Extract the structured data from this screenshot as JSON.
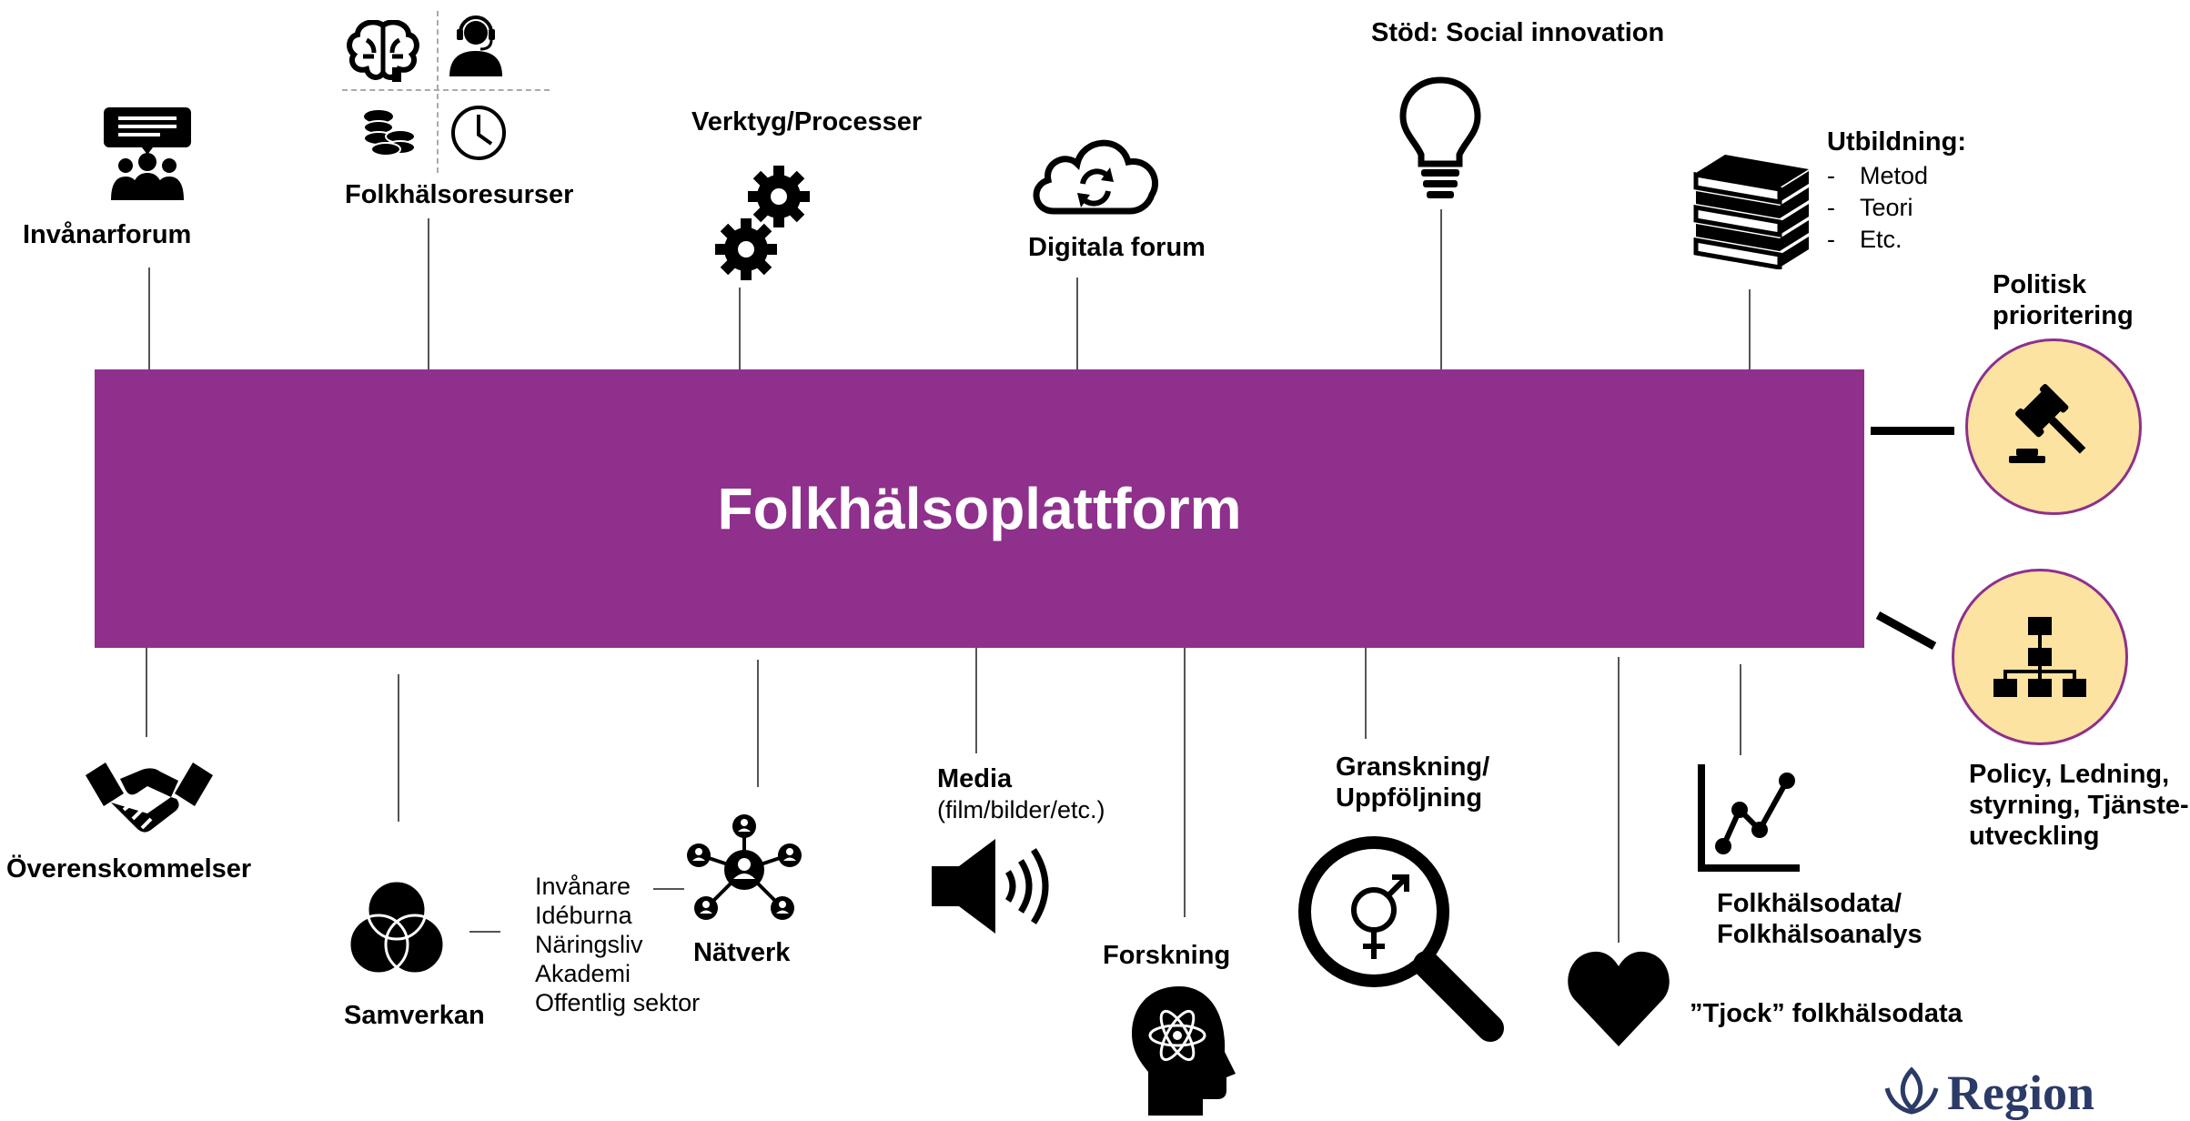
{
  "platform": {
    "title": "Folkhälsoplattform"
  },
  "top_nodes": {
    "invanarforum": "Invånarforum",
    "folkhalsoresurser": "Folkhälsoresurser",
    "verktyg": "Verktyg/Processer",
    "digitala_forum": "Digitala forum",
    "stod": "Stöd: Social innovation",
    "utbildning": {
      "title": "Utbildning:",
      "items": [
        "Metod",
        "Teori",
        "Etc."
      ]
    }
  },
  "right_nodes": {
    "politisk": [
      "Politisk",
      "prioritering"
    ],
    "policy": [
      "Policy, Ledning,",
      "styrning, Tjänste-",
      "utveckling"
    ]
  },
  "bottom_nodes": {
    "overenskommelser": "Överenskommelser",
    "samverkan": "Samverkan",
    "samverkan_list": [
      "Invånare",
      "Idéburna",
      "Näringsliv",
      "Akademi",
      "Offentlig sektor"
    ],
    "natverk": "Nätverk",
    "media_title": "Media",
    "media_sub": "(film/bilder/etc.)",
    "forskning": "Forskning",
    "granskning": [
      "Granskning/",
      "Uppföljning"
    ],
    "tjock": "”Tjock” folkhälsodata",
    "folkhalsodata": [
      "Folkhälsodata/",
      "Folkhälsoanalys"
    ]
  },
  "logo": {
    "text": "Region"
  },
  "colors": {
    "platform": "#8e308c",
    "circle_fill": "#fde3a1",
    "logo": "#2b3a67"
  },
  "icons": [
    "forum-icon",
    "brain-icon",
    "support-agent-icon",
    "coins-icon",
    "clock-icon",
    "gears-icon",
    "cloud-sync-icon",
    "lightbulb-icon",
    "books-icon",
    "gavel-icon",
    "org-chart-icon",
    "handshake-icon",
    "venn-icon",
    "network-icon",
    "speaker-icon",
    "atom-head-icon",
    "gender-magnifier-icon",
    "heart-icon",
    "line-chart-icon",
    "logo-icon"
  ]
}
